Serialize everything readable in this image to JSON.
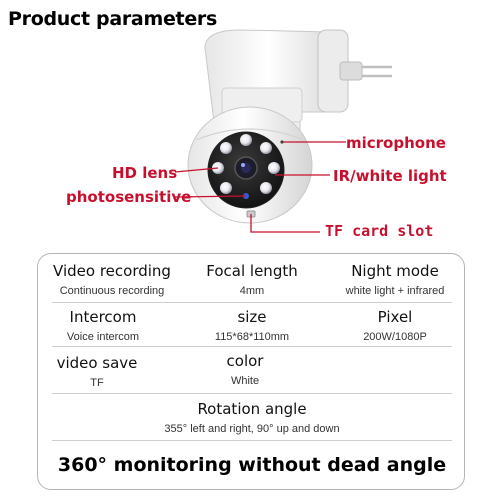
{
  "title": "Product parameters",
  "labels": {
    "microphone": "microphone",
    "hd_lens": "HD lens",
    "ir_white_light": "IR/white light",
    "photosensitive": "photosensitive",
    "tf_card_slot": "TF card slot"
  },
  "specs": [
    {
      "key": "Video recording",
      "value": "Continuous recording"
    },
    {
      "key": "Focal length",
      "value": "4mm"
    },
    {
      "key": "Night mode",
      "value": "white light + infrared"
    },
    {
      "key": "Intercom",
      "value": "Voice intercom"
    },
    {
      "key": "size",
      "value": "115*68*110mm"
    },
    {
      "key": "Pixel",
      "value": "200W/1080P"
    },
    {
      "key": "video save",
      "value": "TF"
    },
    {
      "key": "color",
      "value": "White"
    },
    {
      "key": "Rotation angle",
      "value": "355° left and right, 90° up and down"
    }
  ],
  "footer": "360° monitoring without dead angle",
  "colors": {
    "accent": "#c8102e",
    "border": "#b5b5b5"
  }
}
